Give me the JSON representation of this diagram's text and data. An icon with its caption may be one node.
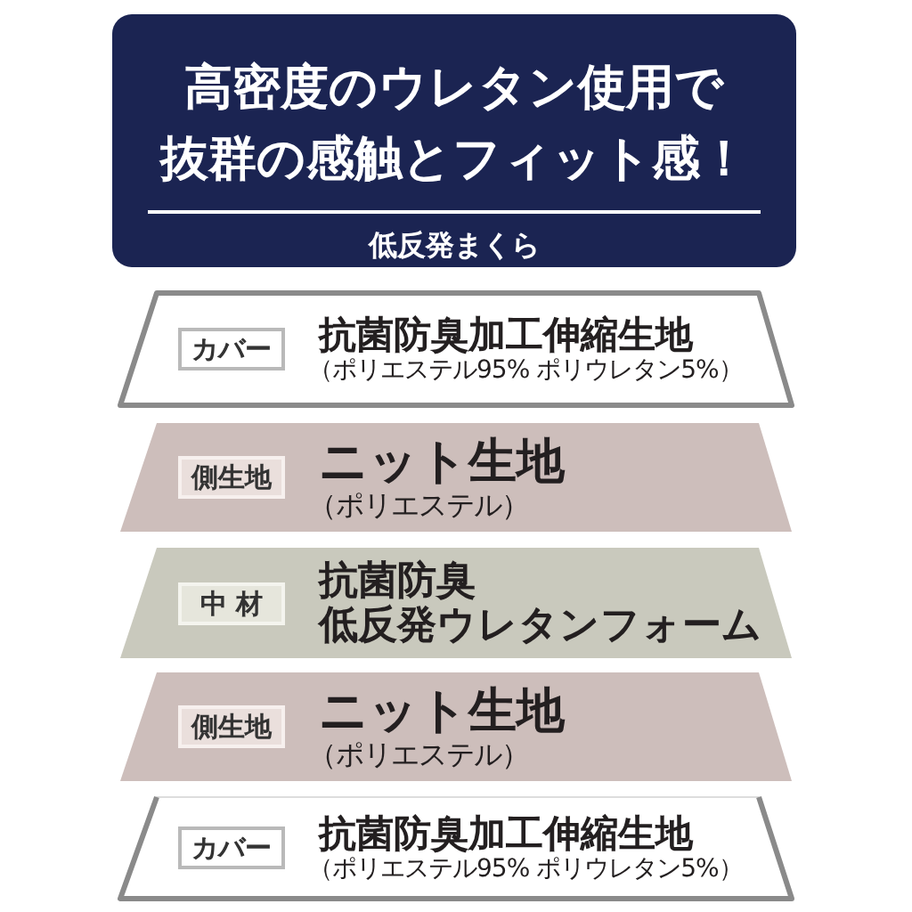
{
  "diagram": {
    "nodes": [
      {
        "text": [
          "高密度のウレタン使用で抜群の感触とフィット感！",
          "低反発まくら"
        ]
      },
      {
        "text": [
          "抗菌防臭加工伸縮生地",
          "（ポリエステル95% ポリウレタン5%）"
        ]
      },
      {
        "text": [
          "カバー"
        ],
        "in": 1
      },
      {
        "text": [
          "ニット生地",
          "（ポリエステル）"
        ]
      },
      {
        "text": [
          "側生地"
        ],
        "in": 3
      },
      {
        "text": [
          "抗菌防臭",
          "低反発ウレタンフォーム"
        ]
      },
      {
        "text": [
          "中 材"
        ],
        "in": 5
      },
      {
        "text": [
          "ニット生地",
          "（ポリエステル）"
        ]
      },
      {
        "text": [
          "側生地"
        ],
        "in": 7
      },
      {
        "text": [
          "抗菌防臭加工伸縮生地",
          "（ポリエステル95% ポリウレタン5%）"
        ]
      },
      {
        "text": [
          "カバー"
        ],
        "in": 9
      }
    ]
  }
}
